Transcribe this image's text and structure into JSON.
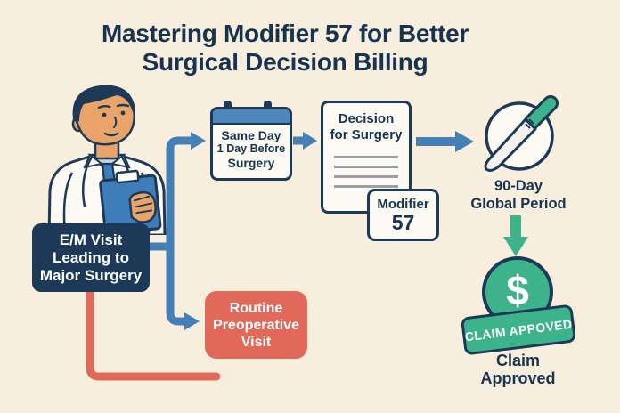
{
  "colors": {
    "bg": "#f8eedd",
    "navy": "#1c3a57",
    "text": "#16334f",
    "blue": "#4480b6",
    "calendar_header": "#4d86bb",
    "red": "#e0695a",
    "green": "#3db38b",
    "paper": "#fdfaf3",
    "skin": "#eaa46a",
    "shirt": "#ccd2da",
    "clipboard_blue": "#3e7cba",
    "doc_line": "#9aa0a6"
  },
  "title": {
    "line1": "Mastering Modifier 57 for Better",
    "line2": "Surgical Decision Billing"
  },
  "flow": {
    "em_visit": {
      "line1": "E/M Visit",
      "line2": "Leading to",
      "line3": "Major Surgery"
    },
    "calendar": {
      "line1": "Same Day",
      "line2": "1 Day Before",
      "line3": "Surgery"
    },
    "document": {
      "line1": "Decision",
      "line2": "for Surgery"
    },
    "modifier": {
      "label": "Modifier",
      "number": "57"
    },
    "global_period": {
      "line1": "90-Day",
      "line2": "Global Period"
    },
    "dollar_sign": "$",
    "stamp_label": "CLAIM APPOVED",
    "claim": {
      "line1": "Claim",
      "line2": "Approved"
    },
    "routine": {
      "line1": "Routine",
      "line2": "Preoperative",
      "line3": "Visit"
    }
  },
  "icons": {
    "doctor": "doctor-with-clipboard-icon",
    "calendar": "calendar-icon",
    "scalpel": "scalpel-circle-icon",
    "dollar": "dollar-coin-icon",
    "stamp": "claim-approved-stamp"
  }
}
